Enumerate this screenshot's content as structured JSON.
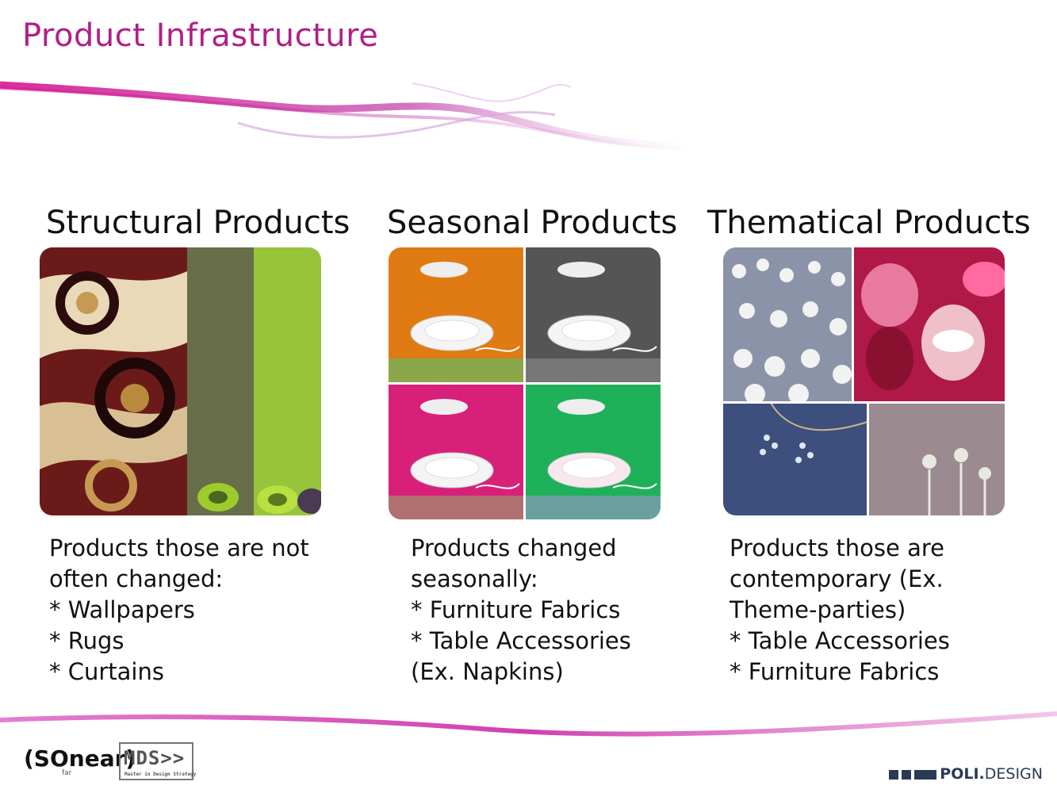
{
  "slide": {
    "title": "Product Infrastructure"
  },
  "columns": [
    {
      "heading": "Structural Products",
      "lines": [
        "Products those are not",
        "often changed:",
        "* Wallpapers",
        "* Rugs",
        "* Curtains"
      ]
    },
    {
      "heading": "Seasonal Products",
      "lines": [
        "Products changed",
        "seasonally:",
        "* Furniture Fabrics",
        "* Table Accessories",
        "(Ex. Napkins)"
      ]
    },
    {
      "heading": "Thematical Products",
      "lines": [
        "Products those are",
        "contemporary (Ex.",
        "Theme-parties)",
        "* Table Accessories",
        "* Furniture Fabrics"
      ]
    }
  ],
  "footer": {
    "logo_son_main": "(SOnear)",
    "logo_son_sub": "far",
    "logo_mds_main": "MDS>>",
    "logo_mds_sub": "Master in Design Strategy",
    "logo_poli_bold": "POLI.",
    "logo_poli_rest": "DESIGN"
  },
  "colors": {
    "accent": "#b01f86",
    "text": "#111111"
  }
}
